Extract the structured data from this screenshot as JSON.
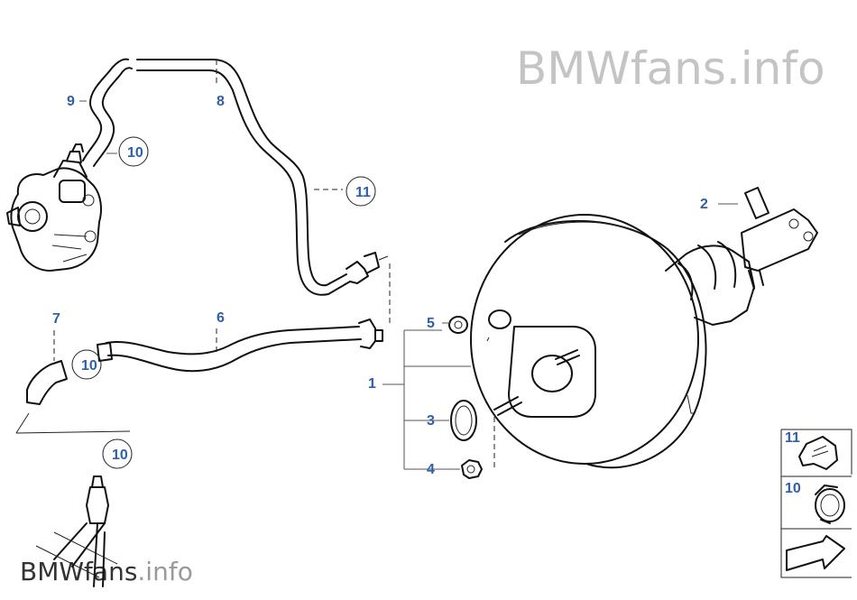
{
  "watermark": {
    "top_brand": "BMWfans",
    "top_suffix": ".info",
    "bottom_brand": "BMWfans",
    "bottom_suffix": ".info"
  },
  "callouts": {
    "c1": "1",
    "c2": "2",
    "c3": "3",
    "c4": "4",
    "c5": "5",
    "c6": "6",
    "c7": "7",
    "c8": "8",
    "c9": "9",
    "c10_pump": "10",
    "c10_hose": "10",
    "c10_lower": "10",
    "c11_line": "11",
    "c11_legend": "11",
    "c10_legend": "10"
  },
  "colors": {
    "callout": "#2f5fa7",
    "line": "#111111",
    "watermark_light": "#c4c4c4"
  }
}
